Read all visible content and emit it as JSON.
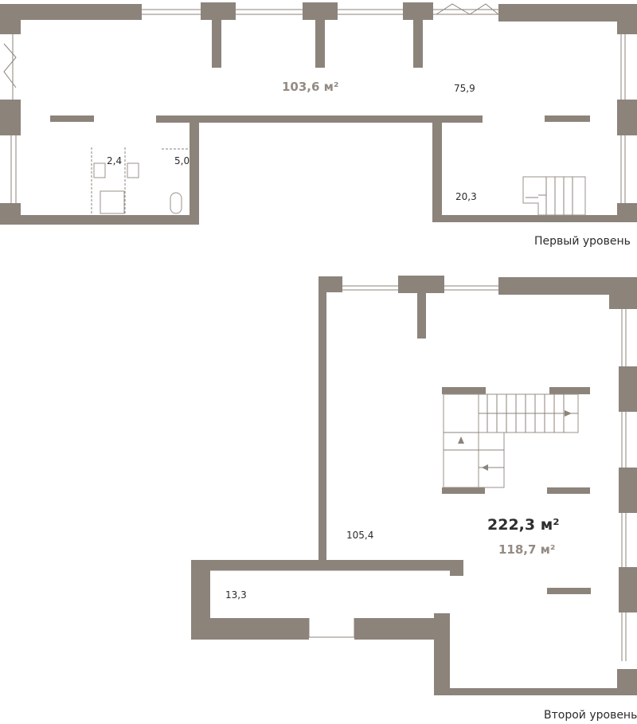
{
  "level1": {
    "caption": "Первый уровень",
    "total_area": "103,6 м²",
    "rooms": [
      "75,9",
      "2,4",
      "5,0",
      "20,3"
    ]
  },
  "level2": {
    "caption": "Второй уровень",
    "total_area": "118,7 м²",
    "rooms": [
      "105,4",
      "13,3"
    ]
  },
  "apartment_total_area": "222,3 м²",
  "colors": {
    "wall": "#8c837b",
    "muted_text": "#948b83"
  }
}
